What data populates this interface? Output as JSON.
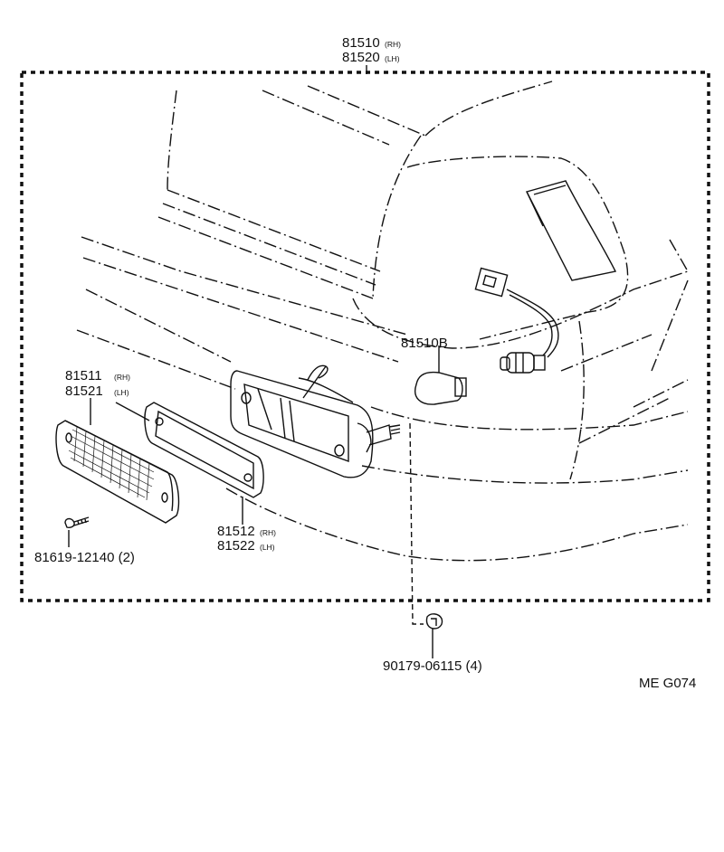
{
  "labels": {
    "assembly_no_rh": "81510",
    "assembly_rh_tag": "(RH)",
    "assembly_no_lh": "81520",
    "assembly_lh_tag": "(LH)",
    "bulb_no": "81510B",
    "lens_no_rh": "81511",
    "lens_rh_tag": "(RH)",
    "lens_no_lh": "81521",
    "lens_lh_tag": "(LH)",
    "gasket_no_rh": "81512",
    "gasket_rh_tag": "(RH)",
    "gasket_no_lh": "81522",
    "gasket_lh_tag": "(LH)",
    "screw": "81619-12140 (2)",
    "nut": "90179-06115 (4)",
    "figure_code": "ME G074"
  }
}
